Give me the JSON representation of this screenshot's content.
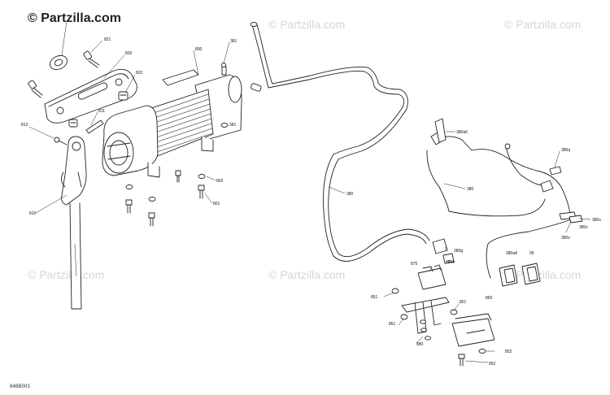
{
  "logo": {
    "text": "© Partzilla.com"
  },
  "watermarks": [
    "© Partzilla.com",
    "© Partzilla.com",
    "© Partzilla.com",
    "© Partzilla.com",
    "© Partzilla.com"
  ],
  "diagram_ref": "84BB003",
  "callouts": {
    "c820": "820",
    "c821": "821",
    "c822": "822",
    "c800": "800",
    "c381a": "381",
    "c811": "811",
    "c812": "812",
    "c381b": "381",
    "c802": "802",
    "c801": "801",
    "c810": "810",
    "c380": "380",
    "c380a6": "380a6",
    "c380q": "380q",
    "c380t": "380",
    "c380x": "380x",
    "c380v": "380v",
    "c380z": "380z",
    "c380g": "380g",
    "c380b": "380b",
    "c875": "875",
    "c380a4": "380a4",
    "c95": "95",
    "c851a": "851",
    "c851b": "851",
    "c850": "850",
    "c851c": "851",
    "c880": "880",
    "c852a": "852",
    "c852b": "852"
  }
}
